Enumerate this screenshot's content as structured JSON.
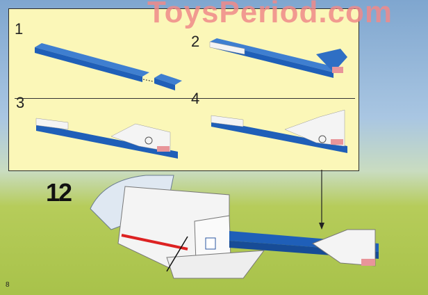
{
  "watermark": "ToysPeriod.com",
  "main_step": "12",
  "page_number": "8",
  "substeps": [
    "1",
    "2",
    "3",
    "4"
  ],
  "colors": {
    "brick_blue": "#1f5fb8",
    "brick_white": "#f4f4f4",
    "brick_pink": "#e8959a",
    "panel": "#fbf7b8"
  }
}
